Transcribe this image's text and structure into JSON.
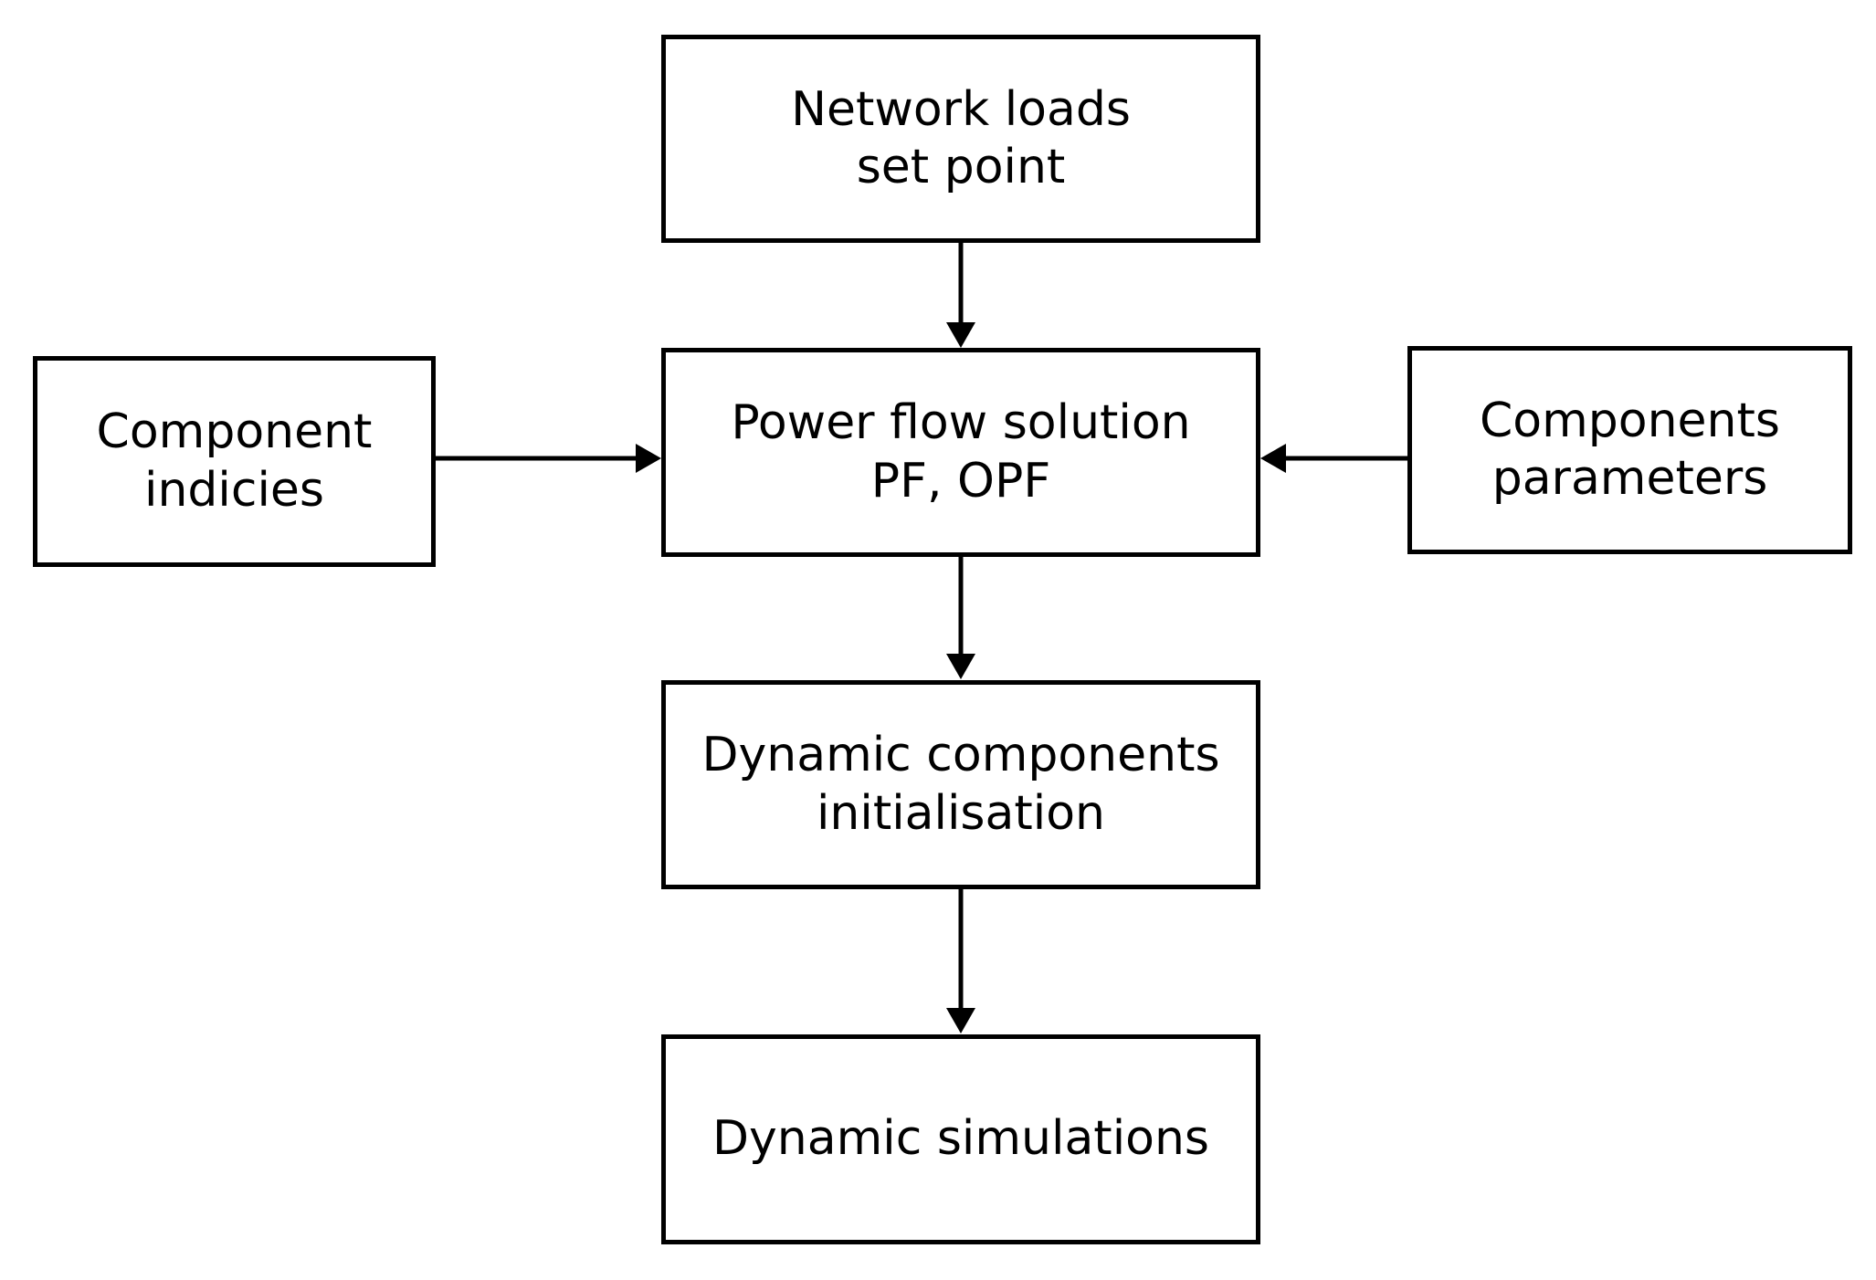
{
  "diagram": {
    "colors": {
      "line": "#000000",
      "box_fill": "#ffffff",
      "text": "#000000"
    },
    "nodes": {
      "network_loads": {
        "label": "Network loads\nset point"
      },
      "power_flow": {
        "label": "Power flow solution\nPF, OPF"
      },
      "component_indicies": {
        "label": "Component\nindicies"
      },
      "components_parameters": {
        "label": "Components\nparameters"
      },
      "dynamic_initialisation": {
        "label": "Dynamic components\ninitialisation"
      },
      "dynamic_simulations": {
        "label": "Dynamic simulations"
      }
    },
    "edges": [
      {
        "from": "network_loads",
        "to": "power_flow",
        "direction": "down"
      },
      {
        "from": "component_indicies",
        "to": "power_flow",
        "direction": "right"
      },
      {
        "from": "components_parameters",
        "to": "power_flow",
        "direction": "left"
      },
      {
        "from": "power_flow",
        "to": "dynamic_initialisation",
        "direction": "down"
      },
      {
        "from": "dynamic_initialisation",
        "to": "dynamic_simulations",
        "direction": "down"
      }
    ]
  }
}
